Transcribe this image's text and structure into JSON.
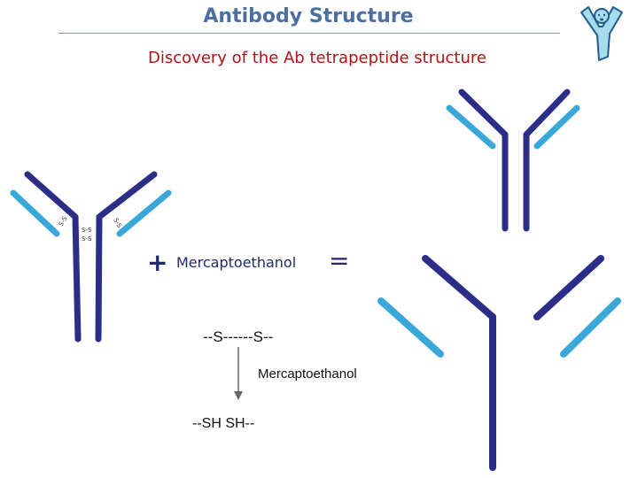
{
  "header": {
    "title": "Antibody Structure",
    "subtitle": "Discovery of the Ab tetrapeptide structure"
  },
  "equation": {
    "plus": "+",
    "reagent": "Mercaptoethanol",
    "equals": "="
  },
  "reaction": {
    "disulfide": "--S------S--",
    "reagent": "Mercaptoethanol",
    "product": "--SH   SH--"
  },
  "antibody": {
    "disulfide_label": "S-S"
  },
  "colors": {
    "heavy_chain": "#2b2d87",
    "light_chain": "#3aa7d9",
    "title": "#4a6fa0",
    "subtitle": "#b01313",
    "logo": "#a7dcec"
  }
}
